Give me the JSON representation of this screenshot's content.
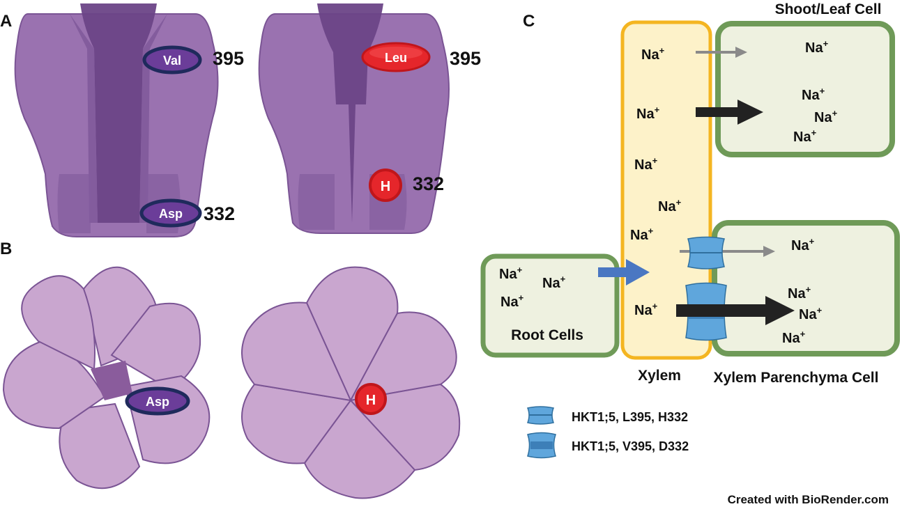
{
  "panels": {
    "a": "A",
    "b": "B",
    "c": "C"
  },
  "panel_a": {
    "left_top_residue": "Val",
    "left_top_position": "395",
    "left_bottom_residue": "Asp",
    "left_bottom_position": "332",
    "right_top_residue": "Leu",
    "right_top_position": "395",
    "right_bottom_residue": "H",
    "right_bottom_position": "332"
  },
  "panel_b": {
    "left_residue": "Asp",
    "right_residue": "H"
  },
  "panel_c": {
    "shoot_cell_label": "Shoot/Leaf Cell",
    "root_cells_label": "Root Cells",
    "xylem_label": "Xylem",
    "xylem_parenchyma_label": "Xylem Parenchyma Cell",
    "ion": "Na",
    "ion_charge": "+",
    "legend": [
      {
        "label": "HKT1;5, L395, H332",
        "icon": "hkt-channel-small-icon"
      },
      {
        "label": "HKT1;5, V395, D332",
        "icon": "hkt-channel-large-icon"
      }
    ]
  },
  "credit": "Created with BioRender.com",
  "colors": {
    "protein_dark": "#6b4587",
    "protein_mid": "#9a72b0",
    "protein_light": "#c9a6cf",
    "badge_navy": "#1f2a5c",
    "badge_red": "#e5262b",
    "xylem_fill": "#fdf2c9",
    "xylem_border": "#f4b521",
    "cell_fill": "#eef1e0",
    "cell_border": "#6f9a58",
    "channel_blue": "#5fa6dc",
    "arrow_blue": "#4a77c2",
    "arrow_black": "#222222",
    "arrow_grey": "#8a8a8a"
  }
}
